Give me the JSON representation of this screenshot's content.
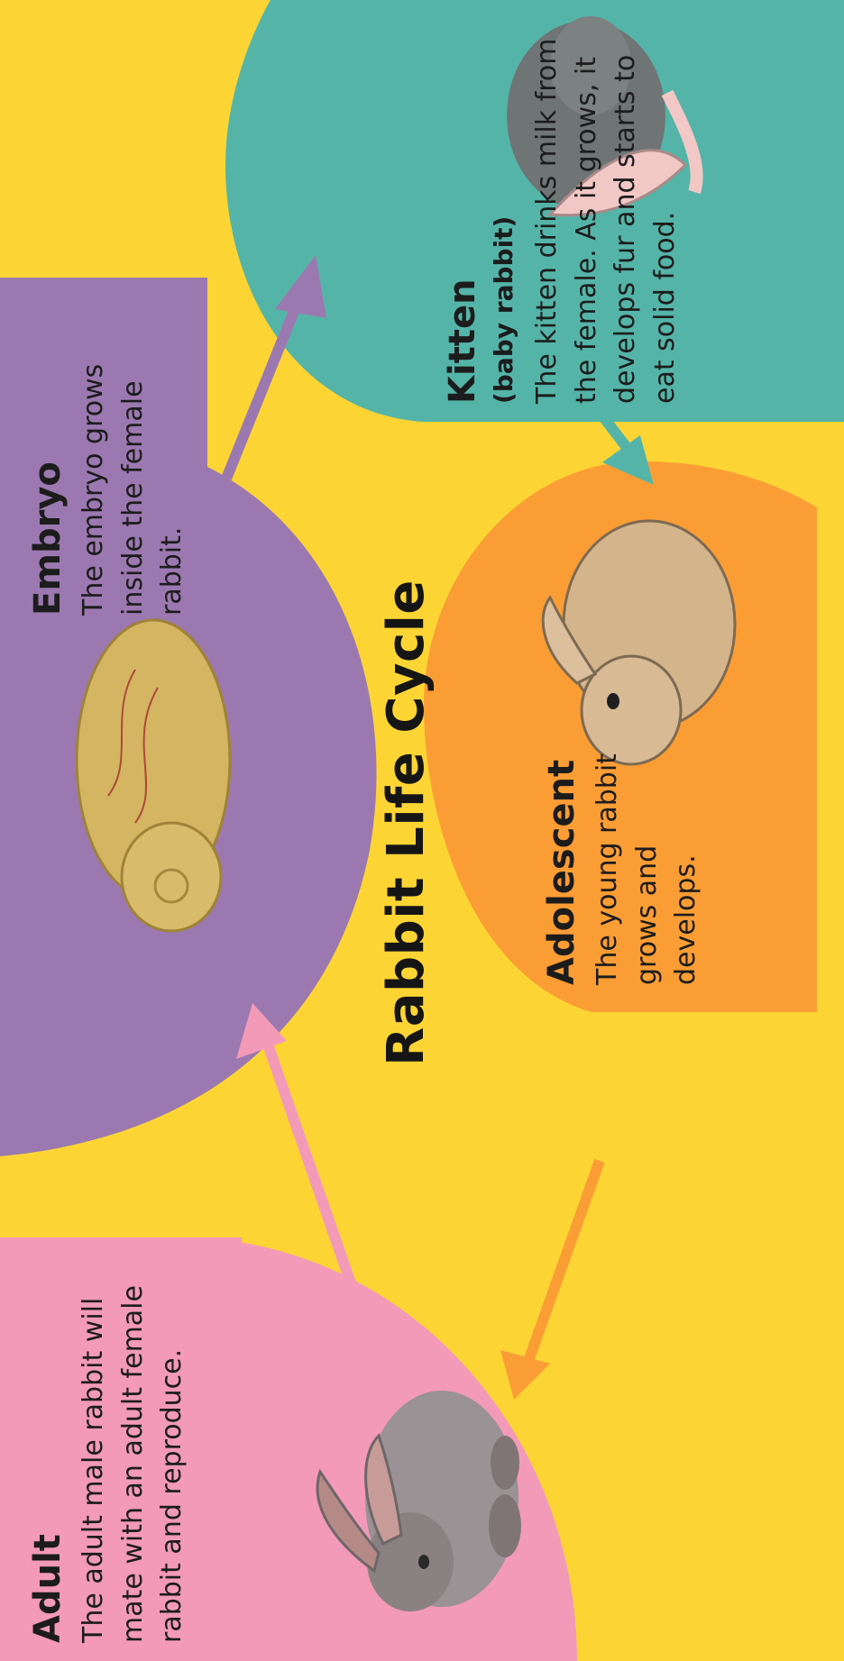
{
  "title": "Rabbit Life Cycle",
  "colors": {
    "background": "#fcd535",
    "adult": "#f29ab8",
    "embryo": "#9b79b0",
    "kitten": "#55b4a8",
    "adolescent": "#fb9d35"
  },
  "stages": {
    "adult": {
      "title": "Adult",
      "description": "The adult male rabbit will mate with an adult female rabbit and reproduce.",
      "icon": "adult-rabbit-illustration"
    },
    "embryo": {
      "title": "Embryo",
      "description": "The embryo grows inside the female rabbit.",
      "icon": "rabbit-embryo-illustration"
    },
    "kitten": {
      "title": "Kitten",
      "subtitle": "(baby rabbit)",
      "description": "The kitten drinks milk from the female. As it grows, it develops fur and starts to eat solid food.",
      "icon": "baby-rabbit-illustration"
    },
    "adolescent": {
      "title": "Adolescent",
      "description": "The young rabbit grows and develops.",
      "icon": "young-rabbit-illustration"
    }
  }
}
